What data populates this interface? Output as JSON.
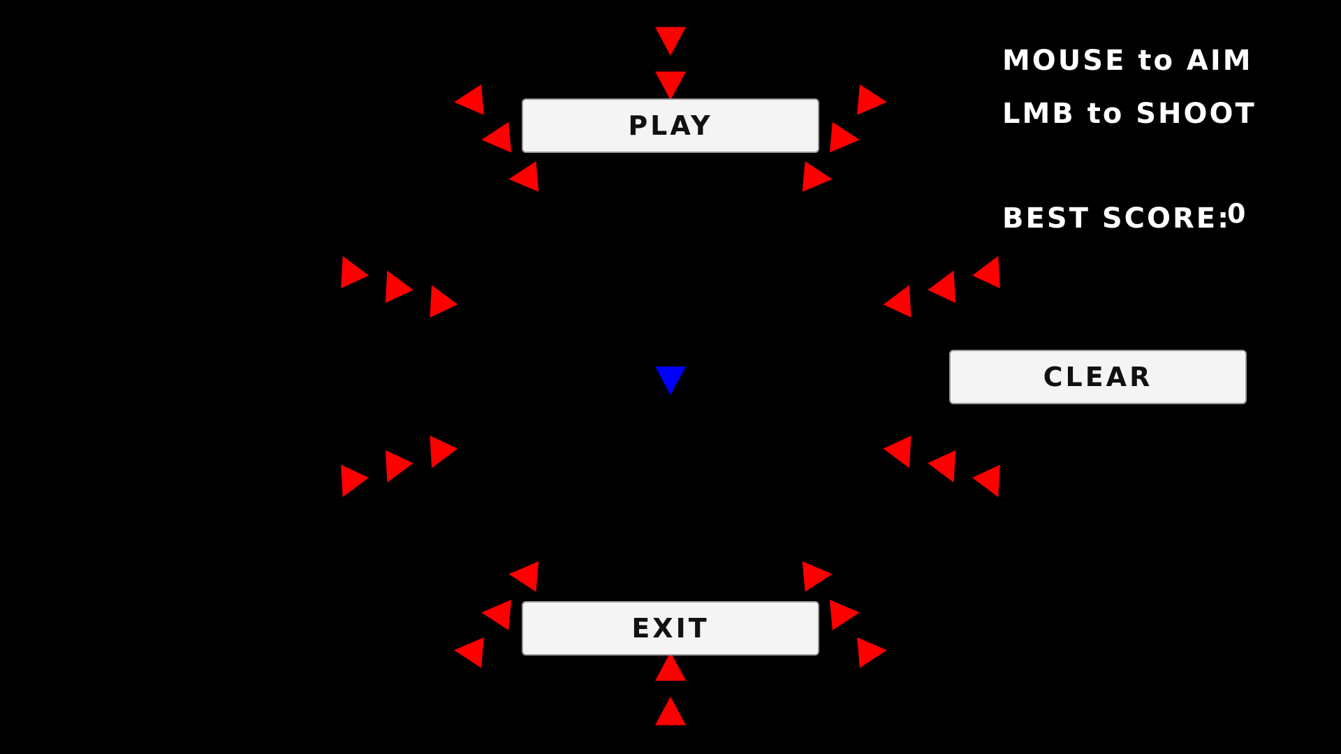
{
  "menu": {
    "play_label": "PLAY",
    "exit_label": "EXIT",
    "clear_label": "CLEAR"
  },
  "hud": {
    "instruction_aim": "MOUSE to AIM",
    "instruction_shoot": "LMB to SHOOT",
    "best_score_label": "BEST SCORE:",
    "best_score_value": "0"
  },
  "colors": {
    "background": "#000000",
    "enemy": "#ff0000",
    "player": "#0000ff",
    "button": "#f4f4f4"
  },
  "entities": {
    "enemy_icon": "red-triangle",
    "player_icon": "blue-triangle"
  }
}
